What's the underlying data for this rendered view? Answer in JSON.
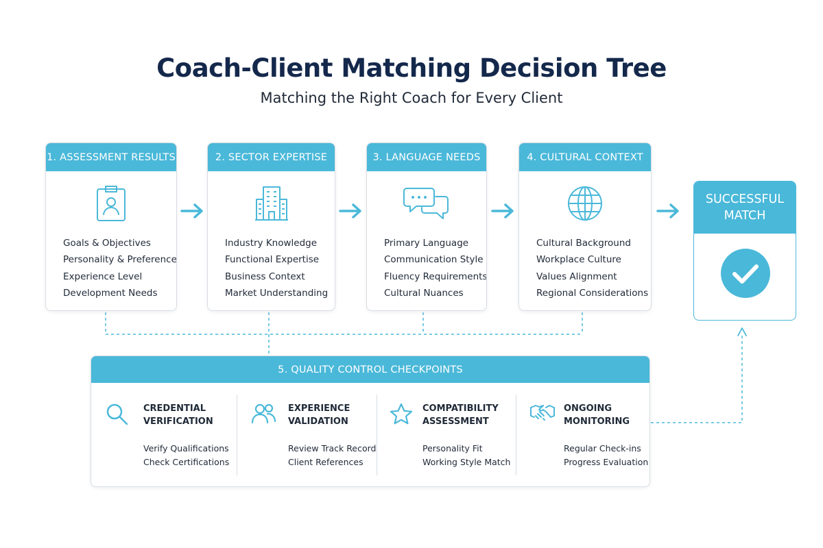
{
  "title": "Coach-Client Matching Decision Tree",
  "subtitle": "Matching the Right Coach for Every Client",
  "colors": {
    "accent": "#4ab8d9",
    "title": "#14284b",
    "text": "#1f2937",
    "border": "#d7dde3"
  },
  "steps": [
    {
      "label": "1. ASSESSMENT RESULTS",
      "icon": "clipboard-profile-icon",
      "items": [
        "Goals & Objectives",
        "Personality & Preferences",
        "Experience Level",
        "Development Needs"
      ]
    },
    {
      "label": "2. SECTOR EXPERTISE",
      "icon": "building-icon",
      "items": [
        "Industry Knowledge",
        "Functional Expertise",
        "Business Context",
        "Market Understanding"
      ]
    },
    {
      "label": "3. LANGUAGE NEEDS",
      "icon": "chat-bubbles-icon",
      "items": [
        "Primary Language",
        "Communication Style",
        "Fluency Requirements",
        "Cultural Nuances"
      ]
    },
    {
      "label": "4. CULTURAL CONTEXT",
      "icon": "globe-icon",
      "items": [
        "Cultural Background",
        "Workplace Culture",
        "Values Alignment",
        "Regional Considerations"
      ]
    }
  ],
  "outcome": {
    "label": "SUCCESSFUL MATCH",
    "icon": "checkmark-circle-icon"
  },
  "quality_control": {
    "label": "5. QUALITY CONTROL CHECKPOINTS",
    "checkpoints": [
      {
        "title": "CREDENTIAL VERIFICATION",
        "title_lines": [
          "CREDENTIAL",
          "VERIFICATION"
        ],
        "icon": "magnifier-icon",
        "items": [
          "Verify Qualifications",
          "Check Certifications"
        ]
      },
      {
        "title": "EXPERIENCE VALIDATION",
        "title_lines": [
          "EXPERIENCE",
          "VALIDATION"
        ],
        "icon": "people-icon",
        "items": [
          "Review Track Record",
          "Client References"
        ]
      },
      {
        "title": "COMPATIBILITY ASSESSMENT",
        "title_lines": [
          "COMPATIBILITY",
          "ASSESSMENT"
        ],
        "icon": "star-icon",
        "items": [
          "Personality Fit",
          "Working Style Match"
        ]
      },
      {
        "title": "ONGOING MONITORING",
        "title_lines": [
          "ONGOING",
          "MONITORING"
        ],
        "icon": "handshake-icon",
        "items": [
          "Regular Check-ins",
          "Progress Evaluation"
        ]
      }
    ]
  }
}
